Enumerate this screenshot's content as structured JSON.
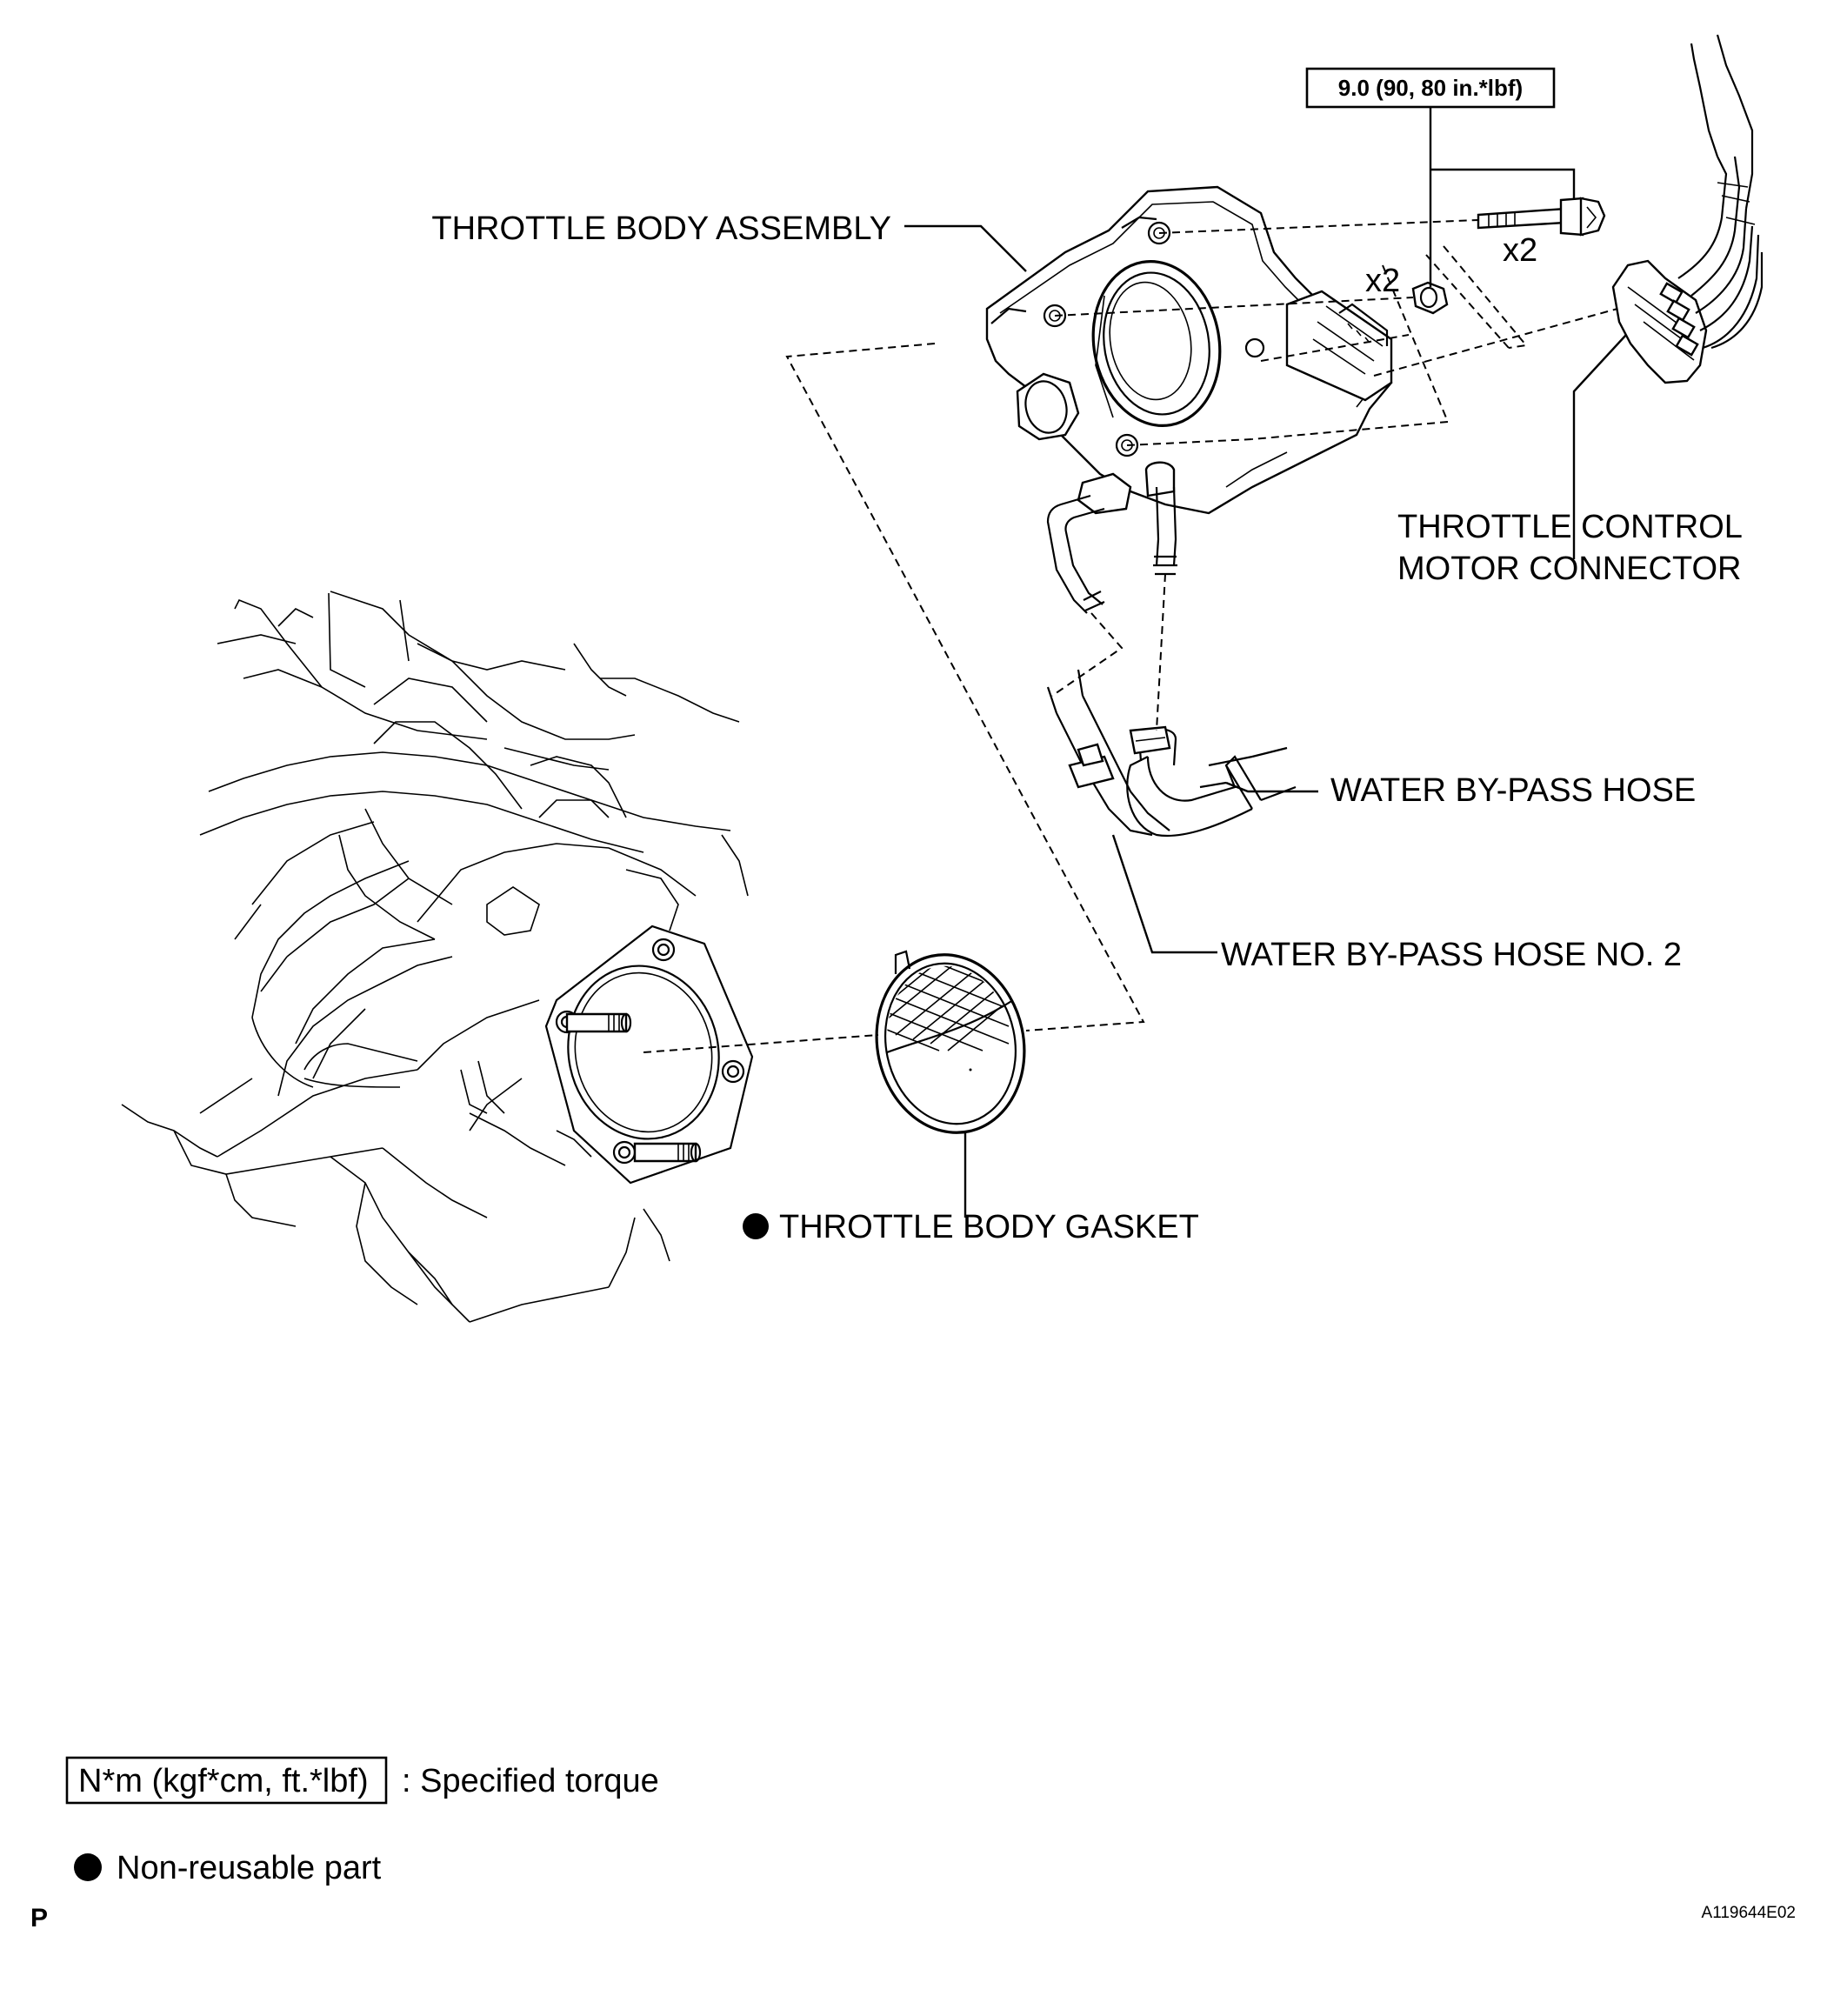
{
  "callouts": {
    "throttle_body_assembly": "THROTTLE BODY ASSEMBLY",
    "throttle_control_motor_connector_line1": "THROTTLE CONTROL",
    "throttle_control_motor_connector_line2": "MOTOR CONNECTOR",
    "water_bypass_hose": "WATER BY-PASS HOSE",
    "water_bypass_hose_no2": "WATER BY-PASS HOSE NO. 2",
    "throttle_body_gasket": "THROTTLE BODY GASKET"
  },
  "torque_spec": "9.0 (90, 80 in.*lbf)",
  "quantities": {
    "bolt_qty": "x2",
    "nut_qty": "x2"
  },
  "legend": {
    "torque_unit_box": "N*m (kgf*cm, ft.*lbf)",
    "torque_meaning": ": Specified torque",
    "non_reusable_meaning": "Non-reusable part"
  },
  "corner_marks": {
    "left": "P",
    "figure_code": "A119644E02"
  },
  "colors": {
    "ink": "#000000",
    "paper": "#ffffff"
  }
}
